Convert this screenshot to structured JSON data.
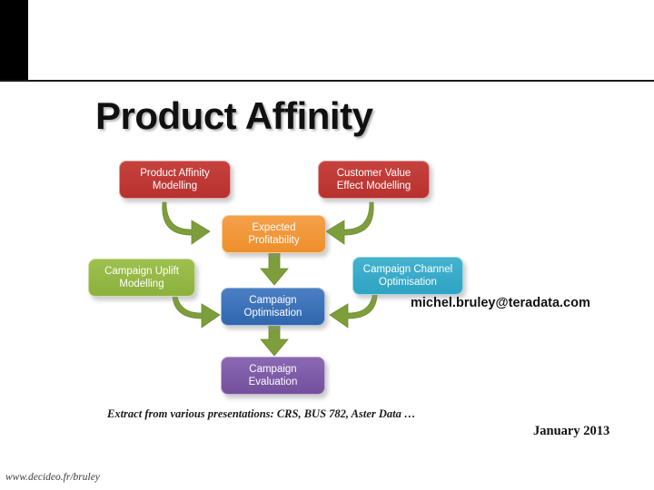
{
  "slide": {
    "title": "Product Affinity",
    "email": "michel.bruley@teradata.com",
    "extract_note": "Extract from various presentations: CRS, BUS 782,  Aster Data …",
    "date": "January 2013",
    "site_url": "www.decideo.fr/bruley"
  },
  "diagram": {
    "title": "Product Affinity",
    "nodes": [
      {
        "id": "product-affinity-modelling",
        "label": "Product Affinity\nModelling",
        "line1": "Product Affinity",
        "line2": "Modelling",
        "color": "#be3c38"
      },
      {
        "id": "customer-value-effect",
        "label": "Customer Value\nEffect Modelling",
        "line1": "Customer Value",
        "line2": "Effect Modelling",
        "color": "#be3c38"
      },
      {
        "id": "expected-profitability",
        "label": "Expected\nProfitability",
        "line1": "Expected",
        "line2": "Profitability",
        "color": "#f2973d"
      },
      {
        "id": "campaign-uplift-modelling",
        "label": "Campaign Uplift\nModelling",
        "line1": "Campaign Uplift",
        "line2": "Modelling",
        "color": "#92b744"
      },
      {
        "id": "campaign-channel-optimisation",
        "label": "Campaign Channel\nOptimisation",
        "line1": "Campaign Channel",
        "line2": "Optimisation",
        "color": "#35a9c8"
      },
      {
        "id": "campaign-optimisation",
        "label": "Campaign\nOptimisation",
        "line1": "Campaign",
        "line2": "Optimisation",
        "color": "#3a70b8"
      },
      {
        "id": "campaign-evaluation",
        "label": "Campaign\nEvaluation",
        "line1": "Campaign",
        "line2": "Evaluation",
        "color": "#7c5aa6"
      }
    ],
    "arrow_color": "#7d9e3a",
    "flows": [
      {
        "from": "product-affinity-modelling",
        "to": "expected-profitability",
        "style": "curved-right"
      },
      {
        "from": "customer-value-effect",
        "to": "expected-profitability",
        "style": "curved-left"
      },
      {
        "from": "expected-profitability",
        "to": "campaign-optimisation",
        "style": "straight-down"
      },
      {
        "from": "campaign-uplift-modelling",
        "to": "campaign-optimisation",
        "style": "curved-right"
      },
      {
        "from": "campaign-channel-optimisation",
        "to": "campaign-optimisation",
        "style": "curved-left"
      },
      {
        "from": "campaign-optimisation",
        "to": "campaign-evaluation",
        "style": "straight-down"
      }
    ]
  }
}
